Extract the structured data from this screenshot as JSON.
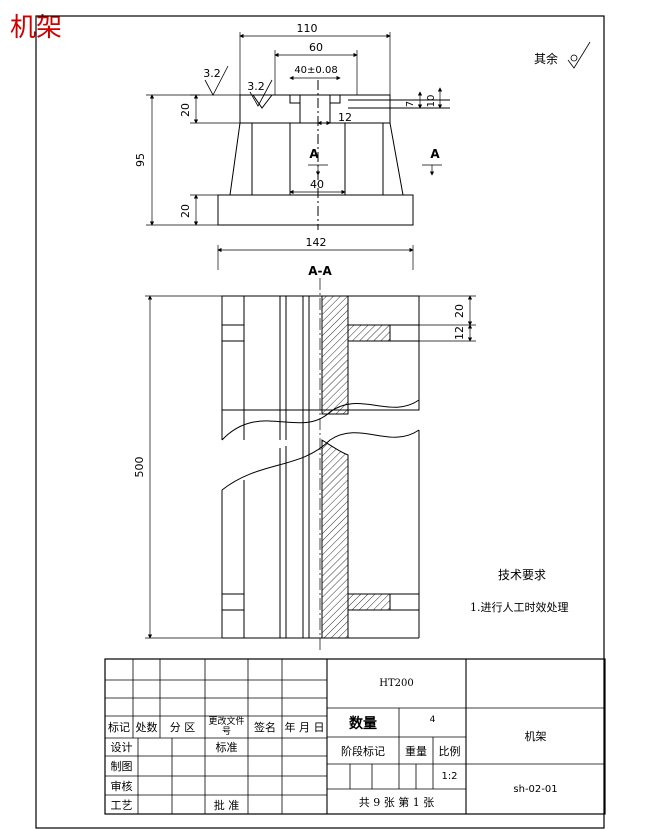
{
  "title": "机架",
  "roughness": {
    "rest_label": "其余",
    "top_left": "3.2",
    "top_inner": "3.2"
  },
  "dimensions": {
    "d110": "110",
    "d60": "60",
    "d40tol": "40±0.08",
    "d12": "12",
    "d7": "7",
    "d10": "10",
    "d20top": "20",
    "d95": "95",
    "d40": "40",
    "d20bottom": "20",
    "d142": "142",
    "d500": "500",
    "d20side": "20",
    "d12side": "12"
  },
  "section": {
    "mark_left": "A",
    "mark_right": "A",
    "title": "A-A"
  },
  "tech_requirements": {
    "title": "技术要求",
    "item1": "1.进行人工时效处理"
  },
  "title_block": {
    "material": "HT200",
    "quantity_label": "数量",
    "quantity": "4",
    "stage_mark": "阶段标记",
    "weight": "重量",
    "scale_label": "比例",
    "scale": "1:2",
    "sheets": "共 9 张  第 1 张",
    "part_name": "机架",
    "drawing_no": "sh-02-01",
    "headers": {
      "mark": "标记",
      "count": "处数",
      "zone": "分 区",
      "change_doc": "更改文件号",
      "signature": "签名",
      "date": "年 月 日"
    },
    "roles": {
      "design": "设计",
      "standard": "标准",
      "draw": "制图",
      "review": "审核",
      "process": "工艺",
      "approve": "批 准"
    }
  }
}
